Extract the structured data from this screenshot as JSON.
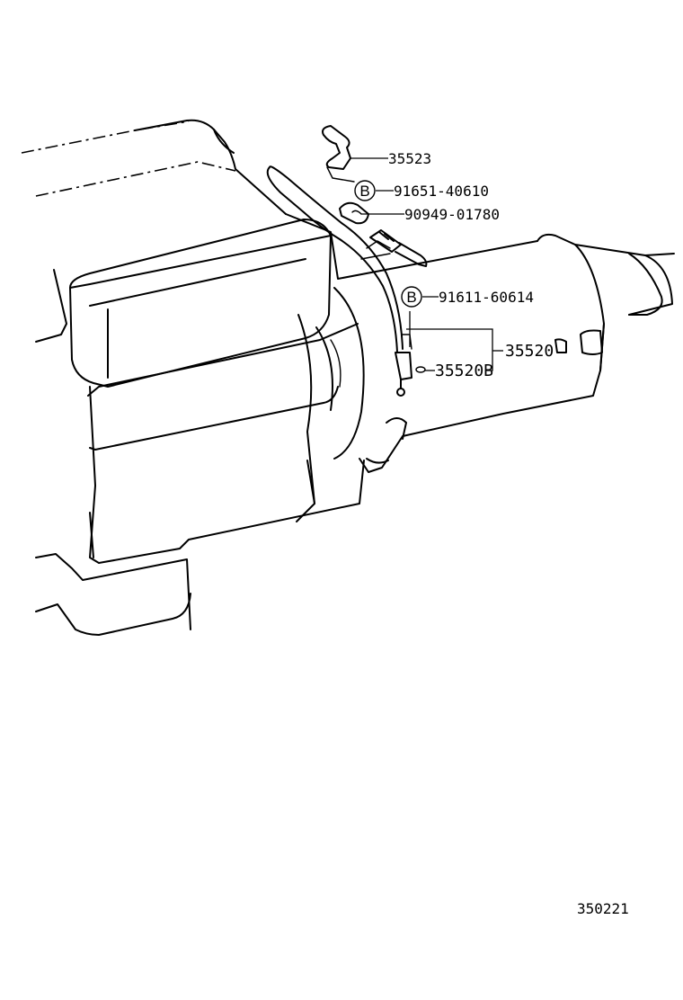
{
  "labels": {
    "clamp": "35523",
    "bolt_top_marker": "B",
    "bolt_top": "91651-40610",
    "clip": "90949-01780",
    "bolt_mid_marker": "B",
    "bolt_mid": "91611-60614",
    "cable_assy": "35520",
    "oring": "35520B"
  },
  "footer": {
    "diagram_number": "350221"
  }
}
